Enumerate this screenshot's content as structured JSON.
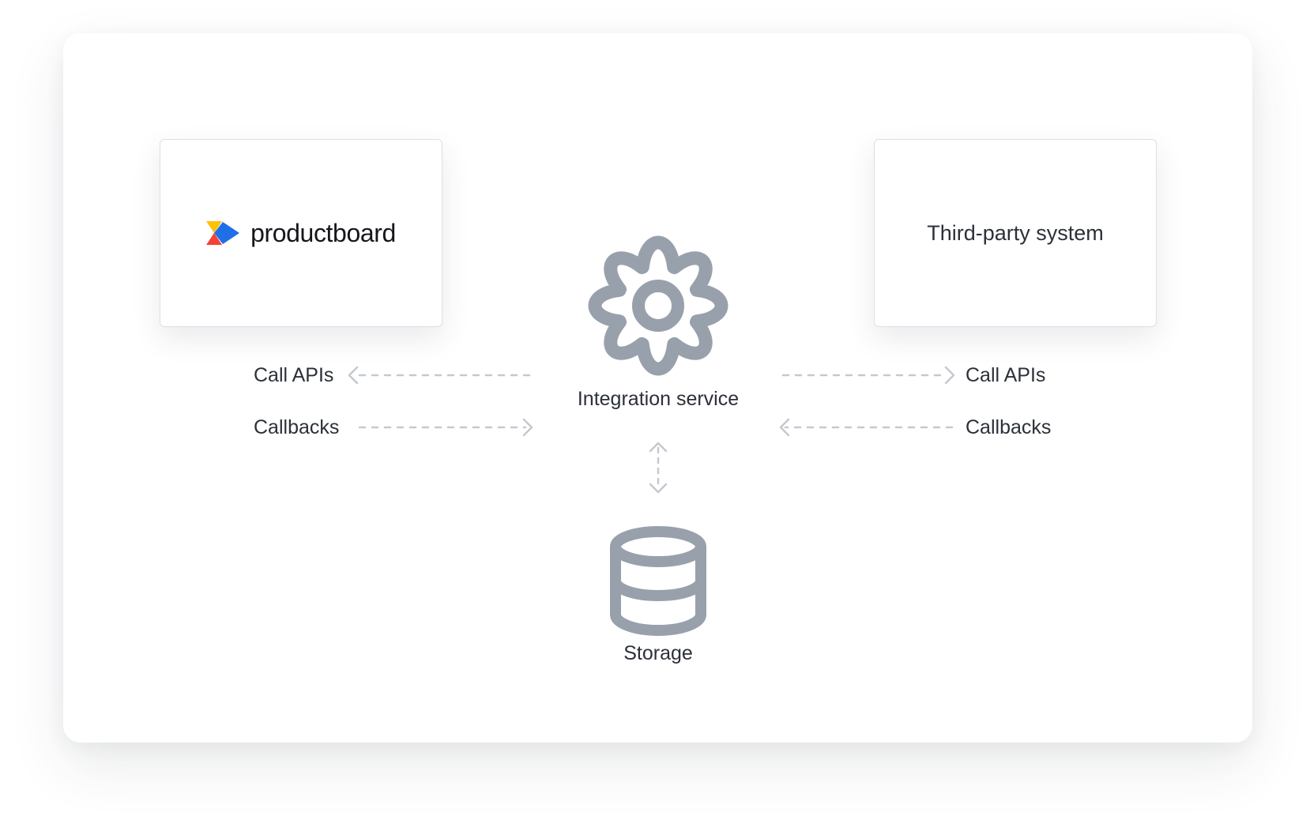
{
  "brand": {
    "name": "productboard",
    "colors": {
      "yellow": "#FFC107",
      "red": "#F44336",
      "blue": "#1E6FE8"
    }
  },
  "third_party": {
    "label": "Third-party system"
  },
  "integration": {
    "label": "Integration service",
    "icon": "gear-icon"
  },
  "storage": {
    "label": "Storage",
    "icon": "database-icon"
  },
  "left_flows": {
    "call_apis": "Call APIs",
    "callbacks": "Callbacks"
  },
  "right_flows": {
    "call_apis": "Call APIs",
    "callbacks": "Callbacks"
  },
  "colors": {
    "icon": "#98a1ab",
    "connector": "#c4c9d0",
    "text": "#2c3039"
  }
}
